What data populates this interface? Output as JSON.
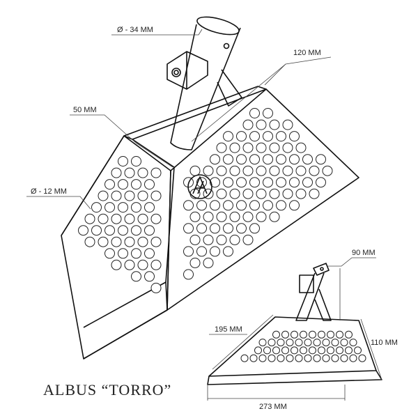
{
  "labels": {
    "diameter_tube": "Ø - 34 MM",
    "length_top": "120 MM",
    "width_edge": "50 MM",
    "diameter_hole": "Ø - 12 MM",
    "height_small": "90 MM",
    "length_small": "195 MM",
    "depth_small": "110 MM",
    "base_small": "273 MM"
  },
  "product_name": "ALBUS “TORRO”",
  "colors": {
    "line": "#111111",
    "background": "#ffffff",
    "dim_line": "#444444"
  }
}
